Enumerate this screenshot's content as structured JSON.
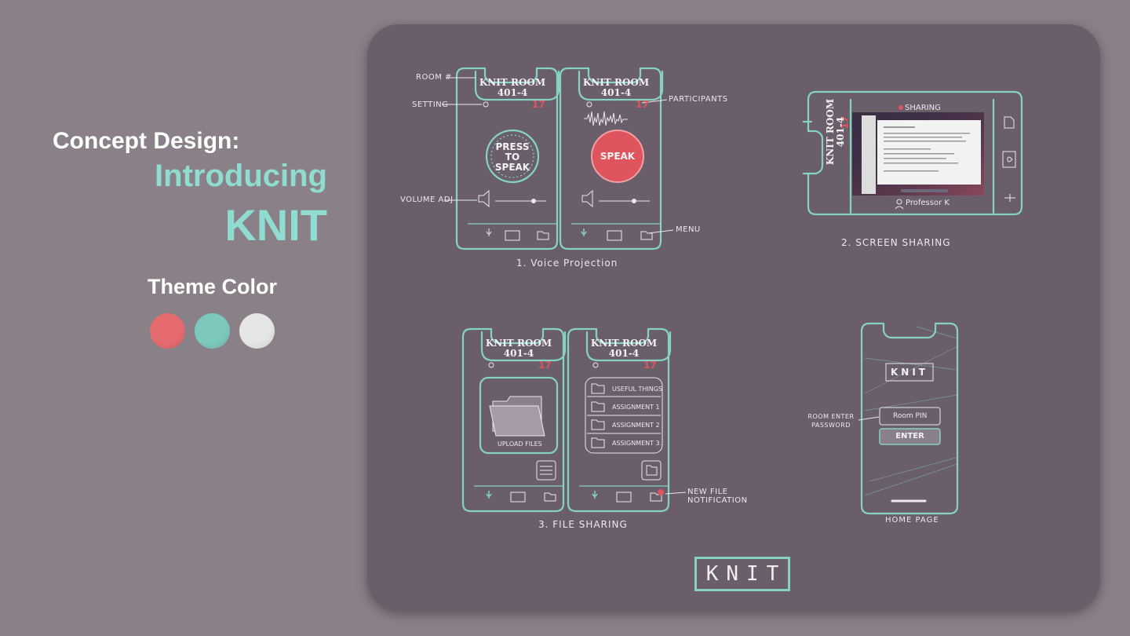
{
  "heading": {
    "line1": "Concept Design:",
    "line2": "Introducing",
    "line3": "KNIT"
  },
  "theme": {
    "label": "Theme Color",
    "colors": [
      "#e66b6f",
      "#7cc8bd",
      "#e6e6e6"
    ]
  },
  "board": {
    "phone_title_line1": "KNIT ROOM",
    "phone_title_line2": "401-4",
    "participant_count": "17",
    "press_to_speak": "PRESS TO SPEAK",
    "speak": "SPEAK",
    "annotations": {
      "room": "ROOM #",
      "setting": "SETTING",
      "participants": "PARTICIPANTS",
      "volume": "VOLUME ADJ",
      "menu": "MENU",
      "new_file": "NEW FILE NOTIFICATION",
      "room_enter": "ROOM ENTER PASSWORD"
    },
    "captions": {
      "voice": "1. Voice Projection",
      "screen": "2. SCREEN SHARING",
      "file": "3. FILE SHARING",
      "home": "HOME PAGE"
    },
    "sharing_label": "SHARING",
    "presenter": "Professor K",
    "upload_files": "UPLOAD FILES",
    "file_list": [
      "USEFUL THINGS",
      "ASSIGNMENT 1",
      "ASSIGNMENT 2",
      "ASSIGNMENT 3."
    ],
    "home": {
      "logo": "KNIT",
      "pin_placeholder": "Room PIN",
      "enter": "ENTER"
    },
    "logo": "KNIT"
  }
}
